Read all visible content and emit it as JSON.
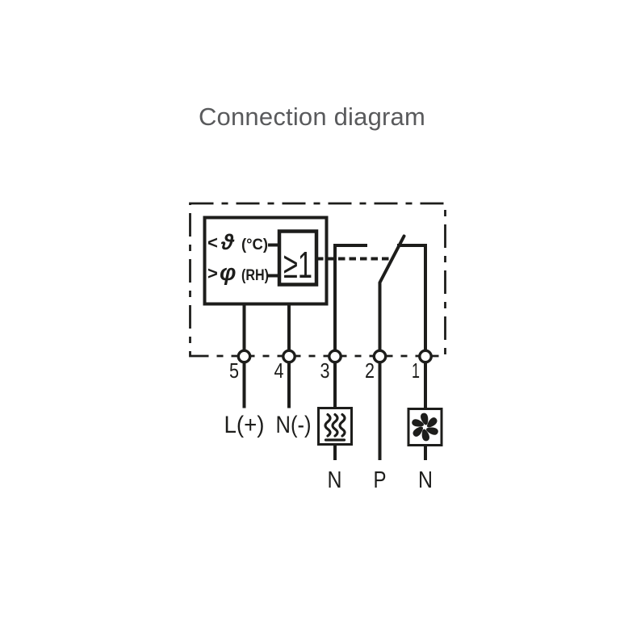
{
  "title": "Connection diagram",
  "colors": {
    "ink": "#1d1d1b",
    "title_text": "#595a5c",
    "background": "#ffffff"
  },
  "diagram": {
    "logic_block": {
      "temperature_input": {
        "prefix": "<",
        "symbol": "ϑ",
        "unit": "(°C)"
      },
      "humidity_input": {
        "prefix": ">",
        "symbol": "φ",
        "unit": "(RH)"
      },
      "or_gate_label": "≥1"
    },
    "terminals": [
      {
        "number": "5",
        "label": "L(+)"
      },
      {
        "number": "4",
        "label": "N(-)"
      },
      {
        "number": "3",
        "label": "N",
        "device": "heater"
      },
      {
        "number": "2",
        "label": "P"
      },
      {
        "number": "1",
        "label": "N",
        "device": "fan"
      }
    ]
  }
}
